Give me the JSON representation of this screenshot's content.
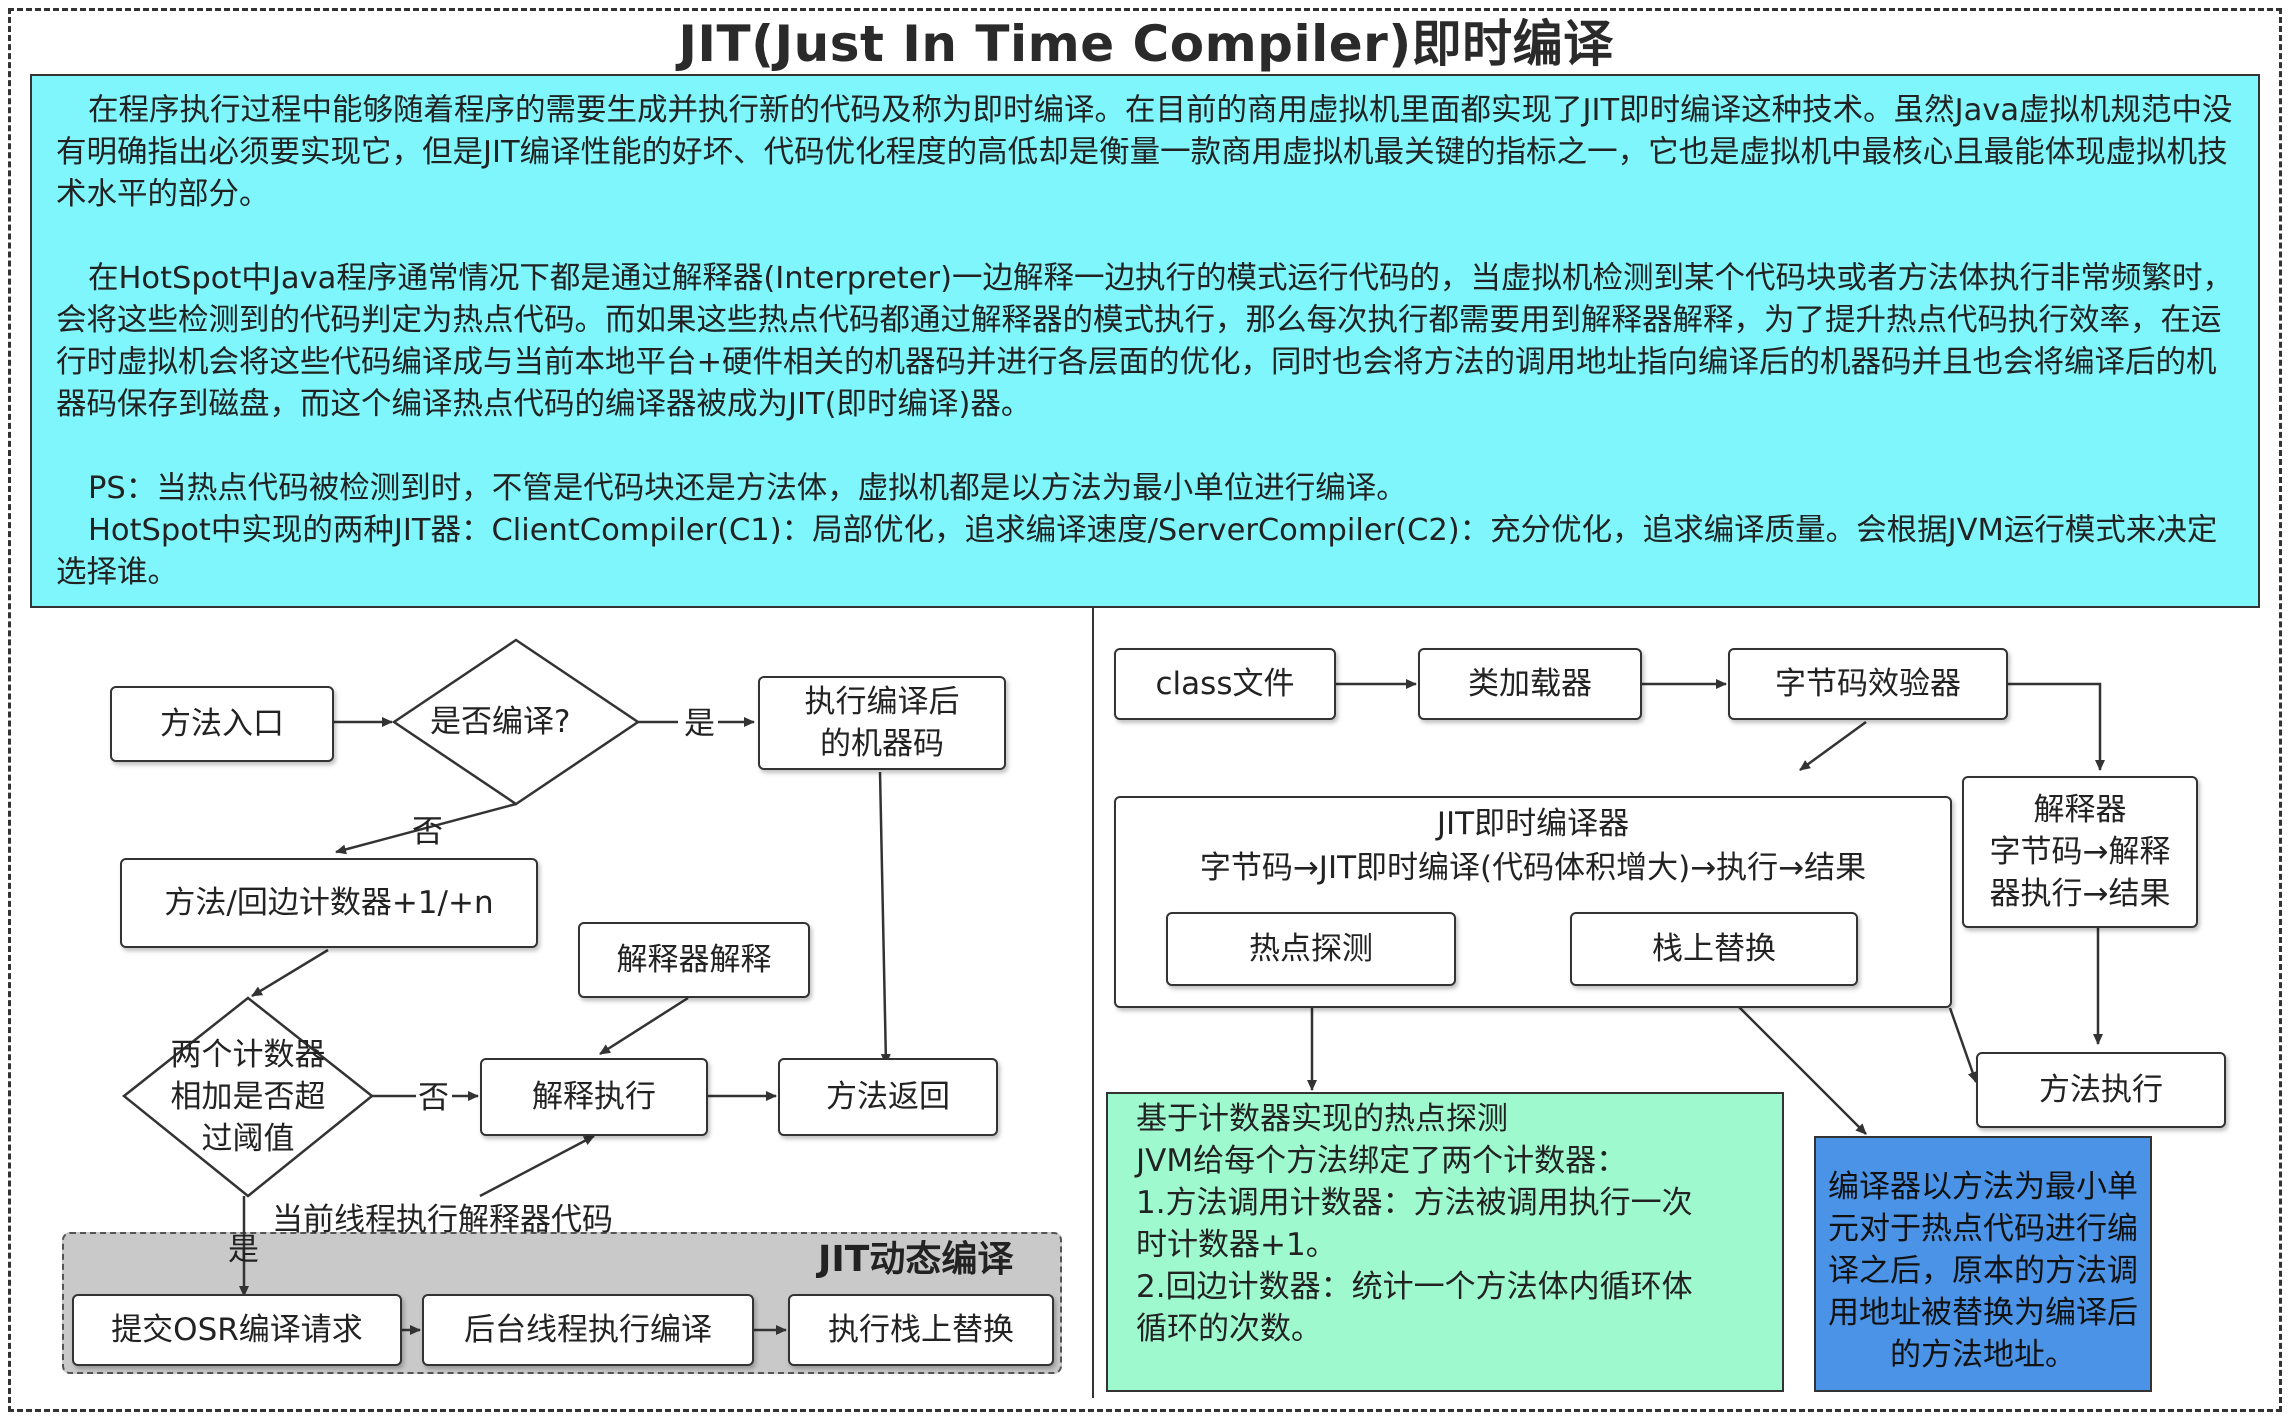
{
  "title": "JIT(Just In Time Compiler)即时编译",
  "intro": {
    "p1": "在程序执行过程中能够随着程序的需要生成并执行新的代码及称为即时编译。在目前的商用虚拟机里面都实现了JIT即时编译这种技术。虽然Java虚拟机规范中没有明确指出必须要实现它，但是JIT编译性能的好坏、代码优化程度的高低却是衡量一款商用虚拟机最关键的指标之一，它也是虚拟机中最核心且最能体现虚拟机技术水平的部分。",
    "p2": "在HotSpot中Java程序通常情况下都是通过解释器(Interpreter)一边解释一边执行的模式运行代码的，当虚拟机检测到某个代码块或者方法体执行非常频繁时，会将这些检测到的代码判定为热点代码。而如果这些热点代码都通过解释器的模式执行，那么每次执行都需要用到解释器解释，为了提升热点代码执行效率，在运行时虚拟机会将这些代码编译成与当前本地平台+硬件相关的机器码并进行各层面的优化，同时也会将方法的调用地址指向编译后的机器码并且也会将编译后的机器码保存到磁盘，而这个编译热点代码的编译器被成为JIT(即时编译)器。",
    "p3": "PS：当热点代码被检测到时，不管是代码块还是方法体，虚拟机都是以方法为最小单位进行编译。",
    "p4": "HotSpot中实现的两种JIT器：ClientCompiler(C1)：局部优化，追求编译速度/ServerCompiler(C2)：充分优化，追求编译质量。会根据JVM运行模式来决定选择谁。"
  },
  "left_flow": {
    "method_entry": "方法入口",
    "is_compiled": "是否编译?",
    "yes": "是",
    "no": "否",
    "exec_compiled_line1": "执行编译后",
    "exec_compiled_line2": "的机器码",
    "counter": "方法/回边计数器+1/+n",
    "interpreter_interpret": "解释器解释",
    "threshold_line1": "两个计数器",
    "threshold_line2": "相加是否超",
    "threshold_line3": "过阈值",
    "interpret_exec": "解释执行",
    "method_return": "方法返回",
    "current_thread": "当前线程执行解释器代码",
    "yes2": "是",
    "no2": "否",
    "jit_group_label": "JIT动态编译",
    "submit_osr": "提交OSR编译请求",
    "bg_compile": "后台线程执行编译",
    "exec_osr": "执行栈上替换"
  },
  "right_flow": {
    "class_file": "class文件",
    "class_loader": "类加载器",
    "bytecode_verifier": "字节码效验器",
    "jit_title": "JIT即时编译器",
    "jit_desc": "字节码→JIT即时编译(代码体积增大)→执行→结果",
    "hotspot_detect": "热点探测",
    "osr": "栈上替换",
    "interp_line1": "解释器",
    "interp_line2": "字节码→解释",
    "interp_line3": "器执行→结果",
    "method_exec": "方法执行",
    "green_l1": "基于计数器实现的热点探测",
    "green_l2": "JVM给每个方法绑定了两个计数器：",
    "green_l3": "1.方法调用计数器：方法被调用执行一次",
    "green_l4": "时计数器+1。",
    "green_l5": "2.回边计数器：统计一个方法体内循环体",
    "green_l6": "循环的次数。",
    "blue_l1": "编译器以方法为最小单",
    "blue_l2": "元对于热点代码进行编",
    "blue_l3": "译之后，原本的方法调",
    "blue_l4": "用地址被替换为编译后",
    "blue_l5": "的方法地址。"
  },
  "colors": {
    "intro_bg": "#7ef6fb",
    "green_bg": "#9ff9cf",
    "blue_bg": "#4a93e6",
    "group_bg": "#c9c9c9"
  }
}
